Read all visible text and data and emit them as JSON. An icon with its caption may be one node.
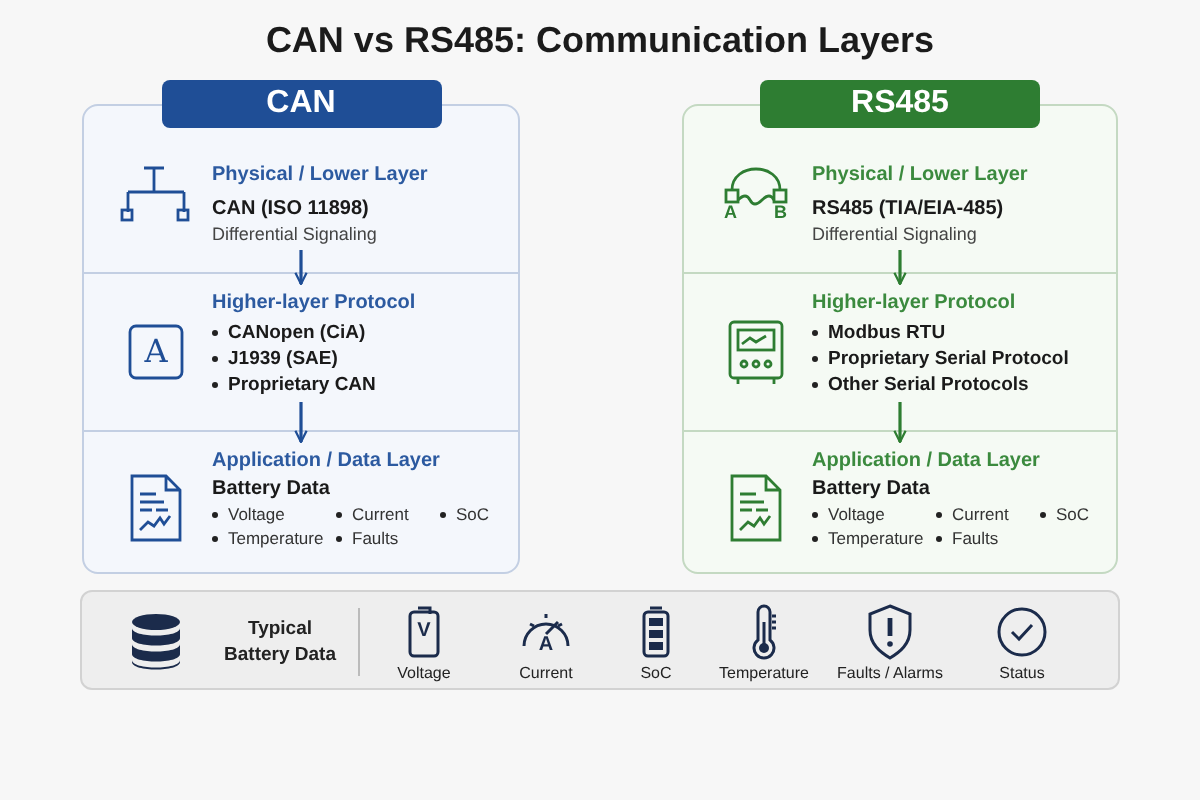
{
  "diagram": {
    "title": "CAN vs RS485: Communication Layers",
    "nodes": [
      {
        "text": [
          "CAN"
        ]
      },
      {
        "text": [
          "Physical / Lower Layer",
          "CAN (ISO 11898)",
          "Differential Signaling"
        ],
        "in": 0
      },
      {
        "text": [
          "Higher-layer Protocol",
          "CANopen (CiA)",
          "J1939 (SAE)",
          "Proprietary CAN"
        ],
        "in": 0
      },
      {
        "text": [
          "Application / Data Layer",
          "Battery Data",
          "Voltage",
          "Current",
          "SoC",
          "Temperature",
          "Faults"
        ],
        "in": 0
      },
      {
        "text": [
          "RS485"
        ]
      },
      {
        "text": [
          "Physical / Lower Layer",
          "RS485 (TIA/EIA-485)",
          "Differential Signaling"
        ],
        "in": 4
      },
      {
        "text": [
          "Higher-layer Protocol",
          "Modbus RTU",
          "Proprietary Serial Protocol",
          "Other Serial Protocols"
        ],
        "in": 4
      },
      {
        "text": [
          "Application / Data Layer",
          "Battery Data",
          "Voltage",
          "Current",
          "SoC",
          "Temperature",
          "Faults"
        ],
        "in": 4
      },
      {
        "text": [
          "Typical Battery Data",
          "Voltage",
          "Current",
          "SoC",
          "Temperature",
          "Faults / Alarms",
          "Status"
        ]
      }
    ],
    "edges": [
      {
        "from": 1,
        "to": 2,
        "arrow": "to",
        "color": "#1f4e96"
      },
      {
        "from": 2,
        "to": 3,
        "arrow": "to",
        "color": "#1f4e96"
      },
      {
        "from": 5,
        "to": 6,
        "arrow": "to",
        "color": "#2e7d32"
      },
      {
        "from": 6,
        "to": 7,
        "arrow": "to",
        "color": "#2e7d32"
      }
    ],
    "labels": [
      "A",
      "A",
      "B",
      "V",
      "A"
    ]
  }
}
